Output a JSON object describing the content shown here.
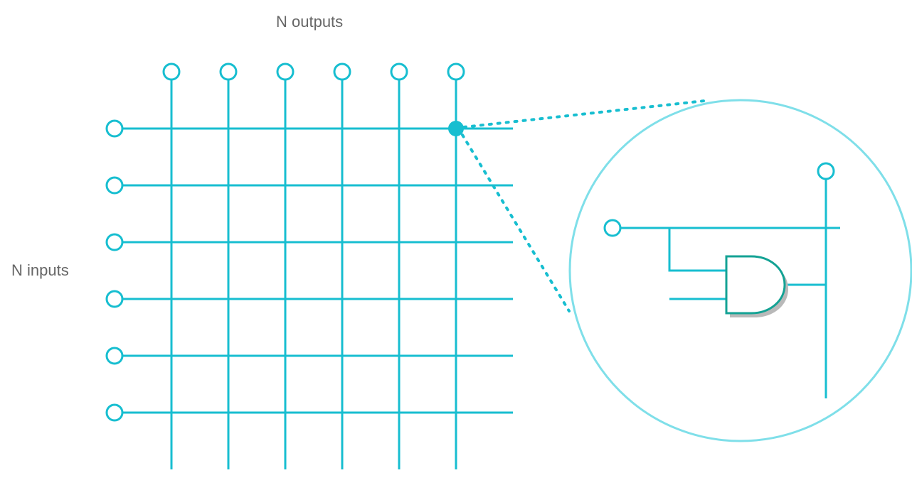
{
  "labels": {
    "outputs": "N outputs",
    "inputs": "N inputs"
  },
  "diagram": {
    "output_terminal_count": 6,
    "input_terminal_count": 6,
    "highlighted_crosspoint": {
      "row": 1,
      "column": 6
    },
    "zoom_detail": {
      "gate": "AND-gate"
    }
  },
  "colors": {
    "wire": "#17bed0",
    "zoom_circle": "#7fdfe9",
    "gate_outline": "#13a294",
    "gate_shadow": "#b9b9b9",
    "label_text": "#666666",
    "background": "#ffffff"
  }
}
